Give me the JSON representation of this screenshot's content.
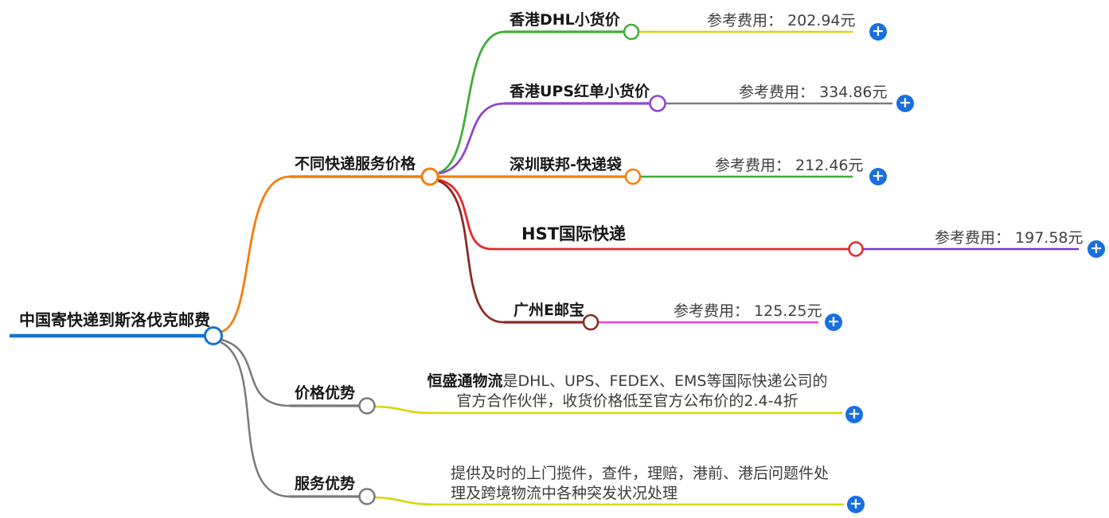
{
  "palette": {
    "root_blue": "#1673d2",
    "plus_blue": "#1a6fe0",
    "orange": "#f57d0a",
    "green": "#3fae38",
    "yellow": "#d9d405",
    "purple": "#9146cf",
    "violet": "#7632d8",
    "gray": "#7a7a7a",
    "red": "#e8272b",
    "maroon": "#8a2b23",
    "magenta": "#f541d2"
  },
  "icons": {
    "plus": "+"
  },
  "root": {
    "label": "中国寄快递到斯洛伐克邮费"
  },
  "services": {
    "label": "不同快递服务价格",
    "children": [
      {
        "label": "香港DHL小货价",
        "value": "参考费用： 202.94元"
      },
      {
        "label": "香港UPS红单小货价",
        "value": "参考费用： 334.86元"
      },
      {
        "label": "深圳联邦-快递袋",
        "value": "参考费用： 212.46元"
      },
      {
        "label": "HST国际快递",
        "value": "参考费用： 197.58元"
      },
      {
        "label": "广州E邮宝",
        "value": "参考费用： 125.25元"
      }
    ]
  },
  "price_advantage": {
    "label": "价格优势",
    "line1_bold": "恒盛通物流",
    "line1_rest": "是DHL、UPS、FEDEX、EMS等国际快递公司的",
    "line2": "官方合作伙伴，收货价格低至官方公布价的2.4-4折"
  },
  "service_advantage": {
    "label": "服务优势",
    "line1": "提供及时的上门揽件，查件，理赔，港前、港后问题件处",
    "line2": "理及跨境物流中各种突发状况处理"
  }
}
